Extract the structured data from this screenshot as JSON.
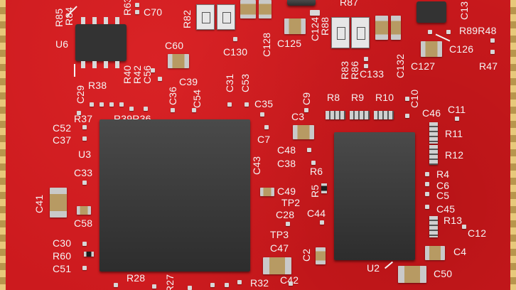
{
  "silkscreen": {
    "r85": "R85",
    "r84": "R84",
    "r63": "R63",
    "c70": "C70",
    "r82": "R82",
    "c128": "C128",
    "c124": "C124",
    "r88": "R88",
    "c125": "C125",
    "r87": "R87",
    "r89r48": "R89R48",
    "c126": "C126",
    "r47": "R47",
    "c13": "C13",
    "c130": "C130",
    "r83": "R83",
    "r86": "R86",
    "c133": "C133",
    "c132": "C132",
    "c127": "C127",
    "u6": "U6",
    "c60": "C60",
    "r38": "R38",
    "r40": "R40",
    "r42": "R42",
    "c56": "C56",
    "c29": "C29",
    "c39": "C39",
    "c31": "C31",
    "c53": "C53",
    "c36": "C36",
    "c54": "C54",
    "r37": "R37",
    "r39r36": "R39R36",
    "c35": "C35",
    "c9": "C9",
    "r8": "R8",
    "r9": "R9",
    "r10": "R10",
    "c10": "C10",
    "c46": "C46",
    "c11": "C11",
    "c3": "C3",
    "c52": "C52",
    "c37": "C37",
    "c7": "C7",
    "r11": "R11",
    "u3": "U3",
    "c48": "C48",
    "c43": "C43",
    "c38": "C38",
    "r12": "R12",
    "r6": "R6",
    "c33": "C33",
    "r4": "R4",
    "c6": "C6",
    "c5": "C5",
    "r5": "R5",
    "c49": "C49",
    "tp2": "TP2",
    "c41": "C41",
    "c28": "C28",
    "c44": "C44",
    "c45": "C45",
    "c58": "C58",
    "r13": "R13",
    "c12": "C12",
    "tp3": "TP3",
    "c30": "C30",
    "c47": "C47",
    "r60": "R60",
    "c2": "C2",
    "c4": "C4",
    "u2": "U2",
    "c51": "C51",
    "r28": "R28",
    "r27": "R27",
    "r32": "R32",
    "c42": "C42",
    "c50": "C50"
  },
  "colors": {
    "board": "#cc1a1e",
    "silkscreen": "#f4f4f4",
    "chip_body": "#333333",
    "pad": "#d7d7d7",
    "edge_plating": "#e7c87a"
  }
}
